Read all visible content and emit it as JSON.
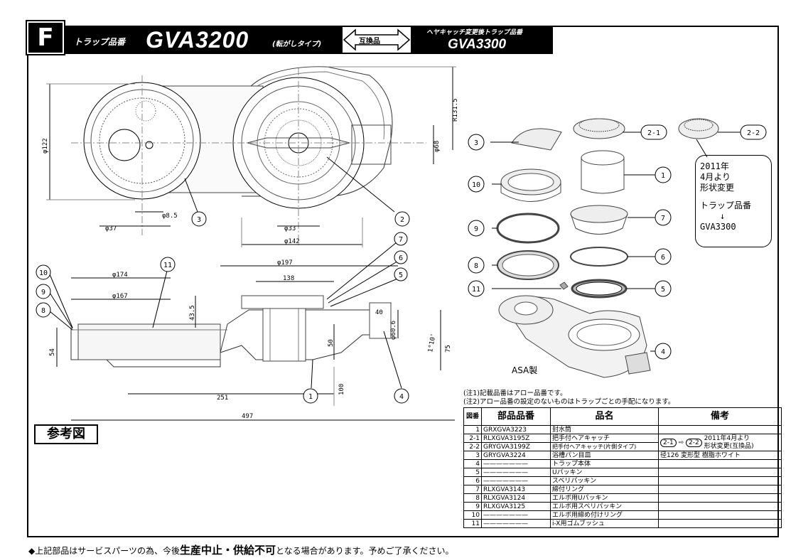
{
  "header": {
    "section_letter": "F",
    "trap_label": "トラップ品番",
    "trap_code": "GVA3200",
    "trap_type": "(転がしタイプ)",
    "compat_label": "互換品",
    "new_label": "ヘヤキャッチ変更後トラップ品番",
    "new_code": "GVA3300"
  },
  "dimensions": {
    "r131": "R131.5",
    "d122": "φ122",
    "d68": "φ68",
    "d8_5": "φ8.5",
    "d37": "φ37",
    "d33": "φ33",
    "d142": "φ142",
    "d197": "φ197",
    "d174": "φ174",
    "d167": "φ167",
    "d138": "138",
    "d43_5": "43.5",
    "d40": "40",
    "d60_6": "φ60.6",
    "d50": "50",
    "slope": "1°10'",
    "d75": "75",
    "d54": "54",
    "d100": "100",
    "d251": "251",
    "d497": "497"
  },
  "callouts": [
    "1",
    "2",
    "3",
    "4",
    "5",
    "6",
    "7",
    "8",
    "9",
    "10",
    "11"
  ],
  "exploded_callouts": [
    "3",
    "2-1",
    "2-2",
    "10",
    "1",
    "9",
    "7",
    "8",
    "6",
    "11",
    "5",
    "4"
  ],
  "reference_label": "参考図",
  "change_note": {
    "line1": "2011年",
    "line2": "4月より",
    "line3": "形状変更",
    "line4": "トラップ品番",
    "arrow": "↓",
    "line5": "GVA3300"
  },
  "material_label": "ASA製",
  "notes": [
    "(注1)記載品番はアロー品番です。",
    "(注2)アロー品番の設定のないものはトラップごとの手配になります。"
  ],
  "table": {
    "headers": {
      "no": "図番",
      "code": "部品品番",
      "name": "品名",
      "remark": "備考"
    },
    "rows": [
      {
        "no": "1",
        "code": "GRXGVA3223",
        "name": "封水筒",
        "remark": ""
      },
      {
        "no": "2-1",
        "code": "RLXGVA3195Z",
        "name": "把手付ヘアキャッチ",
        "remark": ""
      },
      {
        "no": "2-2",
        "code": "GRYGVA3199Z",
        "name": "把手付ヘアキャッチ(片側タイプ)",
        "remark": ""
      },
      {
        "no": "3",
        "code": "GRYGVA3224",
        "name": "浴槽パン目皿",
        "remark": "径126 変形型 樹脂ホワイト"
      },
      {
        "no": "4",
        "code": "———————",
        "name": "トラップ本体",
        "remark": ""
      },
      {
        "no": "5",
        "code": "———————",
        "name": "Uパッキン",
        "remark": ""
      },
      {
        "no": "6",
        "code": "———————",
        "name": "スベリパッキン",
        "remark": ""
      },
      {
        "no": "7",
        "code": "RLXGVA3143",
        "name": "締付リング",
        "remark": ""
      },
      {
        "no": "8",
        "code": "RLXGVA3124",
        "name": "エルボ用Uパッキン",
        "remark": ""
      },
      {
        "no": "9",
        "code": "RLXGVA3125",
        "name": "エルボ用スベリパッキン",
        "remark": ""
      },
      {
        "no": "10",
        "code": "———————",
        "name": "エルボ用締め付けリング",
        "remark": ""
      },
      {
        "no": "11",
        "code": "———————",
        "name": "i-X用ゴムブッシュ",
        "remark": ""
      }
    ],
    "remark_change": {
      "from": "2-1",
      "to": "2-2",
      "text1": "2011年4月より",
      "text2": "形状変更(互換品)"
    }
  },
  "footer": {
    "prefix": "◆上記部品はサービスパーツの為、今後",
    "bold": "生産中止・供給不可",
    "suffix": "となる場合があります。予めご了承ください。"
  }
}
